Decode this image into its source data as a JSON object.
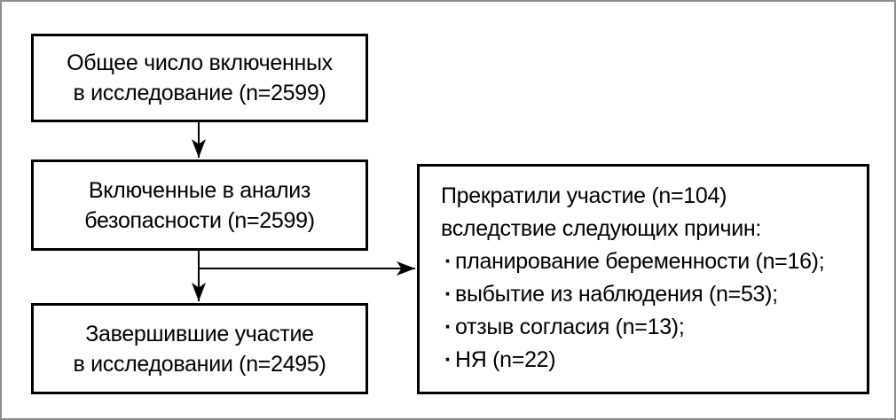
{
  "diagram": {
    "title_hint": "study participant flow chart",
    "colors": {
      "background": "#ffffff",
      "frame": "#8c8c8c",
      "line": "#000000"
    },
    "boxes": {
      "total": {
        "line1": "Общее число включенных",
        "line2": "в исследование (n=2599)"
      },
      "safety": {
        "line1": "Включенные в анализ",
        "line2": "безопасности (n=2599)"
      },
      "completed": {
        "line1": "Завершившие участие",
        "line2": "в исследовании (n=2495)"
      },
      "discontinued": {
        "intro_line1": "Прекратили участие (n=104)",
        "intro_line2": "вследствие следующих причин:",
        "bullet_char": "·",
        "bullets": [
          "планирование беременности (n=16);",
          "выбытие из наблюдения (n=53);",
          "отзыв согласия (n=13);",
          "НЯ (n=22)"
        ]
      }
    }
  }
}
